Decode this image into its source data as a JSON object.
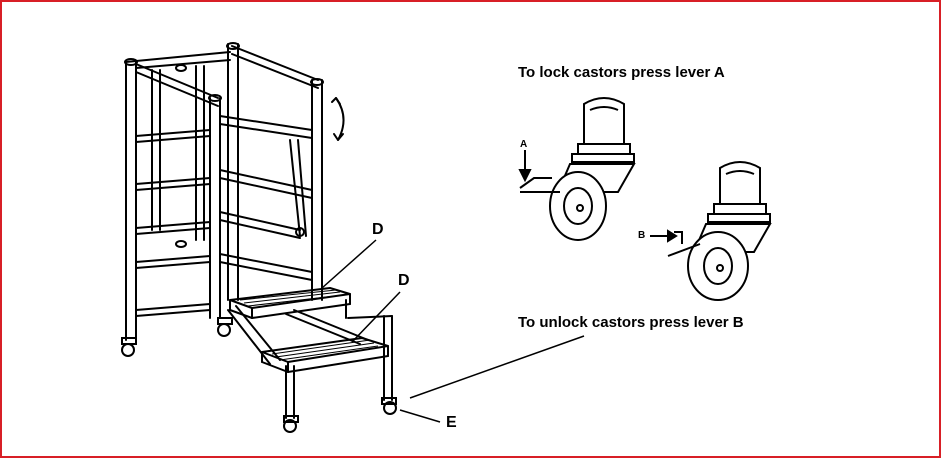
{
  "captions": {
    "lock": "To lock castors press lever A",
    "unlock": "To unlock castors press lever B"
  },
  "labels": {
    "d_upper": "D",
    "d_lower": "D",
    "e": "E",
    "lever_a": "A",
    "lever_b": "B"
  },
  "colors": {
    "border": "#d81f26",
    "line": "#000000"
  }
}
